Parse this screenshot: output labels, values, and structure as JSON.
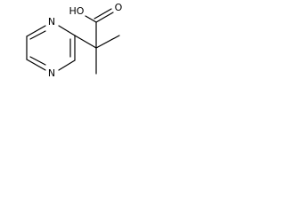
{
  "structure": {
    "atom_labels": {
      "ring_n_top": "N",
      "ring_n_bottom": "N",
      "hydroxyl": "HO",
      "carbonyl_o": "O"
    },
    "colors": {
      "bond": "#000000",
      "text": "#000000",
      "background": "#ffffff"
    }
  }
}
